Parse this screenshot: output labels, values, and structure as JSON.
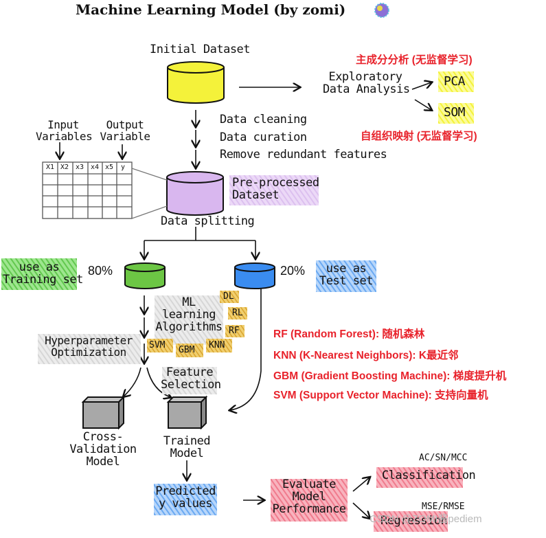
{
  "title": "Machine Learning Model (by zomi)",
  "colors": {
    "yellow": "#f4f23a",
    "purple": "#d9b7ef",
    "green": "#6cc644",
    "blue": "#3a8cf0",
    "gray": "#a8a8a8",
    "pink": "#f27c8e",
    "lightgray": "#dcdcdc",
    "lightgreen": "#70d560",
    "lightblue": "#9ec7f5",
    "lightyellow": "#fdfd70",
    "gold": "#e7b63c",
    "red": "#e8222b"
  },
  "dataset": {
    "initial": "Initial Dataset",
    "steps": [
      "Data cleaning",
      "Data curation",
      "Remove redundant features"
    ],
    "preprocessed": [
      "Pre-processed",
      "Dataset"
    ],
    "splitting": "Data splitting"
  },
  "eda": {
    "label": [
      "Exploratory",
      "Data Analysis"
    ],
    "pca": "PCA",
    "som": "SOM",
    "pca_note": "主成分分析 (无监督学习)",
    "som_note": "自组织映射 (无监督学习)"
  },
  "variables": {
    "input": [
      "Input",
      "Variables"
    ],
    "output": [
      "Output",
      "Variable"
    ],
    "headers": [
      "X1",
      "X2",
      "x3",
      "x4",
      "x5",
      "y"
    ]
  },
  "split": {
    "train_pct": "80%",
    "test_pct": "20%",
    "train_label": [
      "use as",
      "Training set"
    ],
    "test_label": [
      "use as",
      "Test set"
    ]
  },
  "ml": {
    "label": [
      "ML",
      "learning",
      "Algorithms"
    ],
    "tags": [
      "DL",
      "RL",
      "RF",
      "SVM",
      "GBM",
      "KNN"
    ],
    "hyper": [
      "Hyperparameter",
      "Optimization"
    ],
    "feature": [
      "Feature",
      "Selection"
    ]
  },
  "notes": [
    "RF (Random Forest): 随机森林",
    "KNN (K-Nearest Neighbors): K最近邻",
    "GBM (Gradient Boosting Machine): 梯度提升机",
    "SVM (Support Vector Machine): 支持向量机"
  ],
  "models": {
    "cv": [
      "Cross-",
      "Validation",
      "Model"
    ],
    "trained": [
      "Trained",
      "Model"
    ]
  },
  "evaluation": {
    "predicted": [
      "Predicted",
      "y values"
    ],
    "evaluate": [
      "Evaluate",
      "Model",
      "Performance"
    ],
    "classification": "Classification",
    "classification_metrics": "AC/SN/MCC",
    "regression": "Regression",
    "regression_metrics": "MSE/RMSE"
  },
  "watermark": "CSDN @ZOMI酱pediem"
}
